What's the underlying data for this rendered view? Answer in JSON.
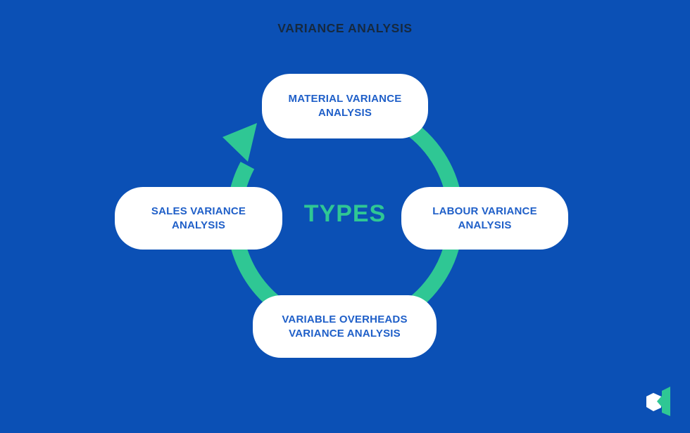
{
  "title": "VARIANCE ANALYSIS",
  "center_label": "TYPES",
  "nodes": [
    {
      "id": "material",
      "label": "MATERIAL VARIANCE ANALYSIS"
    },
    {
      "id": "labour",
      "label": "LABOUR VARIANCE ANALYSIS"
    },
    {
      "id": "overheads",
      "label": "VARIABLE OVERHEADS VARIANCE ANALYSIS"
    },
    {
      "id": "sales",
      "label": "SALES VARIANCE ANALYSIS"
    }
  ],
  "cycle": {
    "direction": "clockwise",
    "arrow_position": "upper-left"
  },
  "icons": {
    "cycle_arrow": "circular-arrow-clockwise",
    "logo": "brand-logo-cube-ribbon"
  },
  "colors": {
    "background": "#0b50b5",
    "accent_green": "#2fc794",
    "node_background": "#ffffff",
    "node_text": "#1f5fc8",
    "title_text": "#16293f"
  }
}
